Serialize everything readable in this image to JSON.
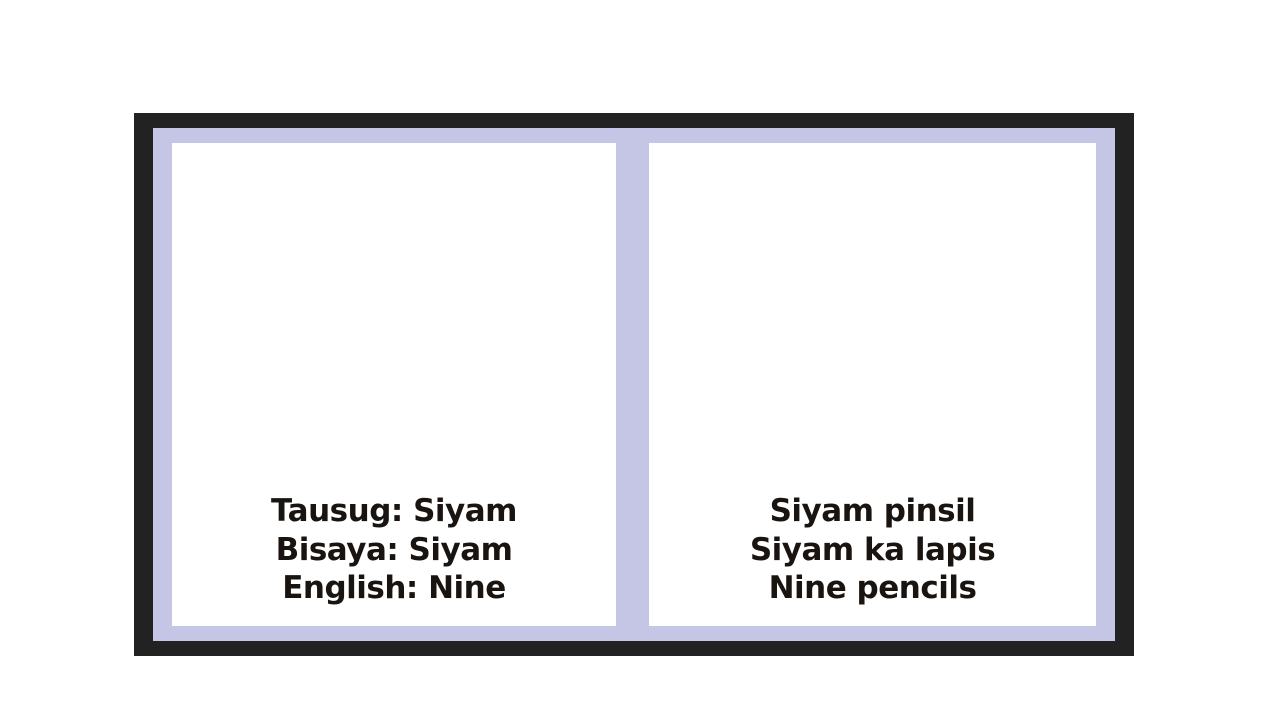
{
  "colors": {
    "page_background": "#ffffff",
    "outer_border": "#222222",
    "inner_border": "#c5c5e6",
    "panel_background": "#ffffff",
    "text": "#1a1410"
  },
  "left_panel": {
    "lines": [
      "Tausug: Siyam",
      "Bisaya: Siyam",
      "English: Nine"
    ]
  },
  "right_panel": {
    "lines": [
      "Siyam pinsil",
      "Siyam ka lapis",
      "Nine pencils"
    ]
  }
}
